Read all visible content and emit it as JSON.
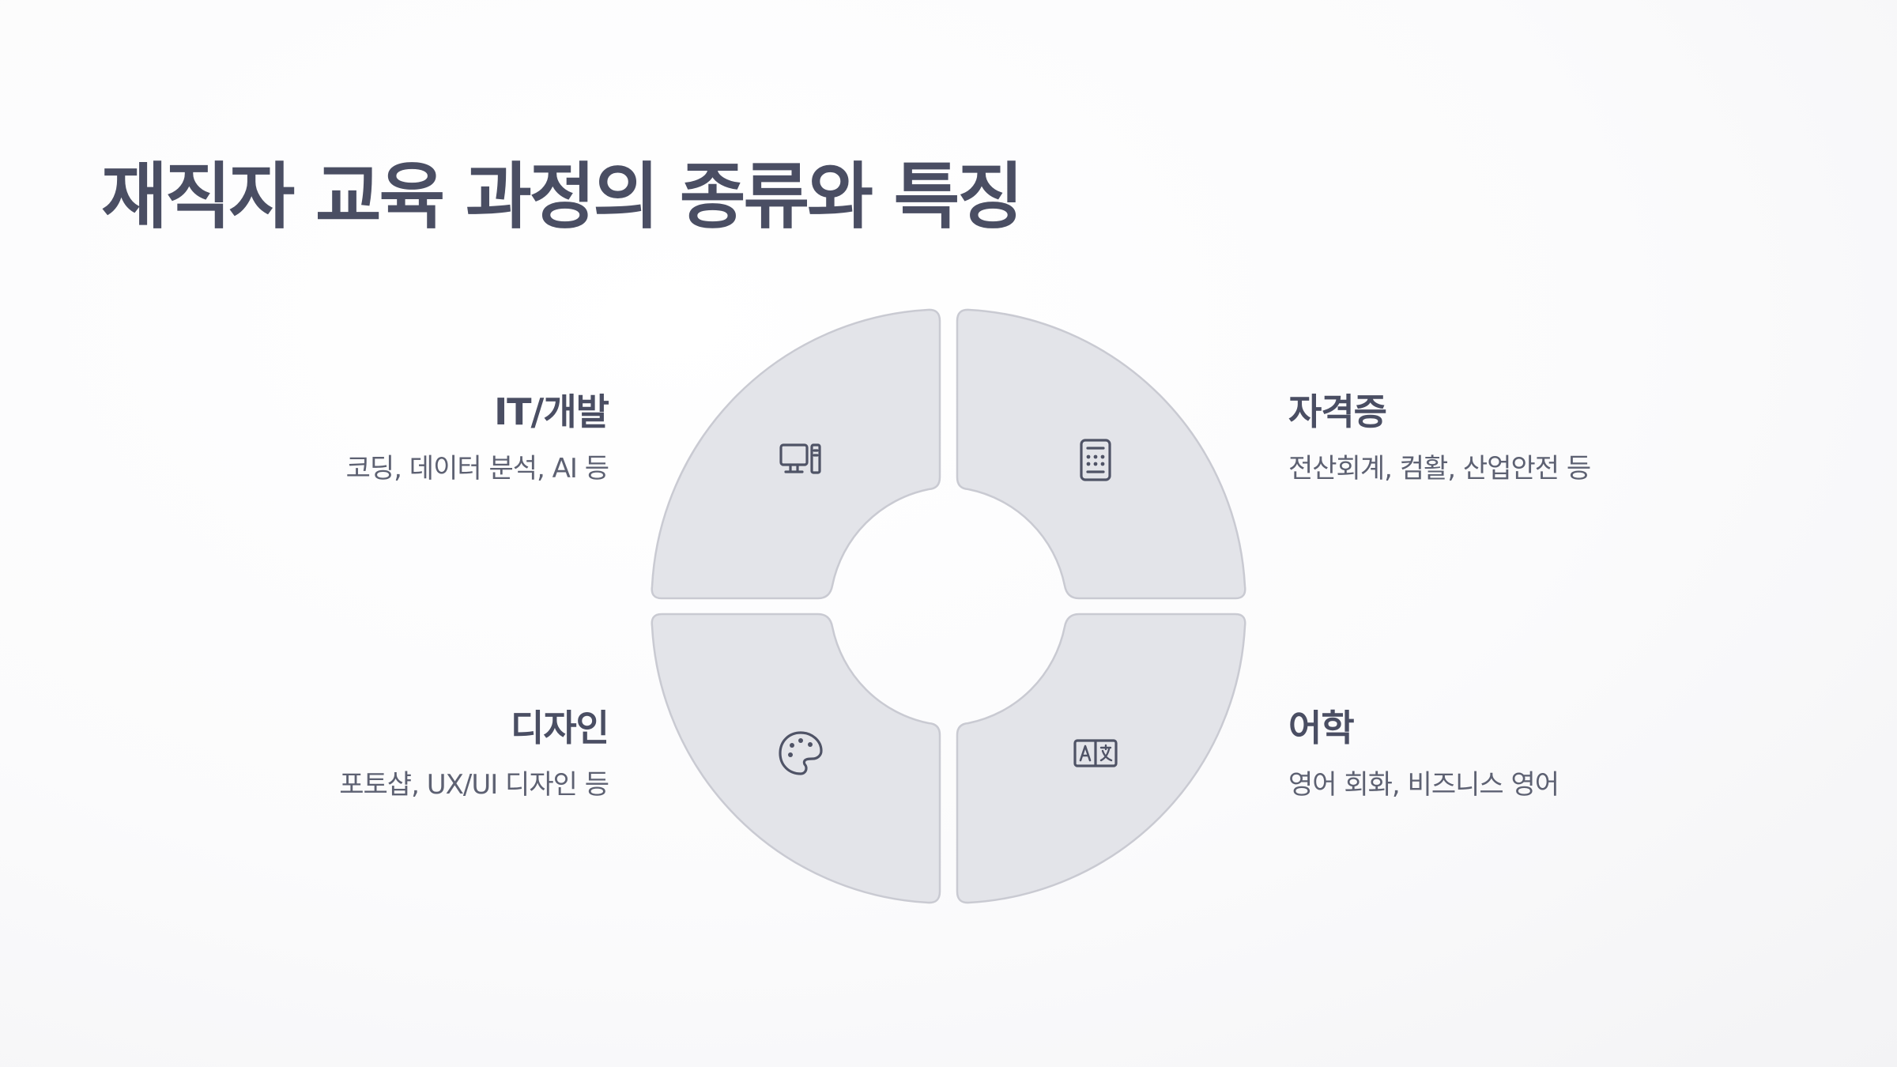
{
  "title": "재직자 교육 과정의 종류와 특징",
  "segments": {
    "it": {
      "title": "IT/개발",
      "description": "코딩, 데이터 분석, AI 등",
      "icon": "computer-icon"
    },
    "cert": {
      "title": "자격증",
      "description": "전산회계, 컴활, 산업안전 등",
      "icon": "calculator-icon"
    },
    "design": {
      "title": "디자인",
      "description": "포토샵, UX/UI 디자인 등",
      "icon": "palette-icon"
    },
    "lang": {
      "title": "어학",
      "description": "영어 회화, 비즈니스 영어",
      "icon": "translate-icon"
    }
  },
  "colors": {
    "segment_fill": "#e3e4e9",
    "segment_stroke": "#c9cad2",
    "icon": "#4f5366",
    "title": "#4a4e63",
    "text": "#5d6172"
  }
}
